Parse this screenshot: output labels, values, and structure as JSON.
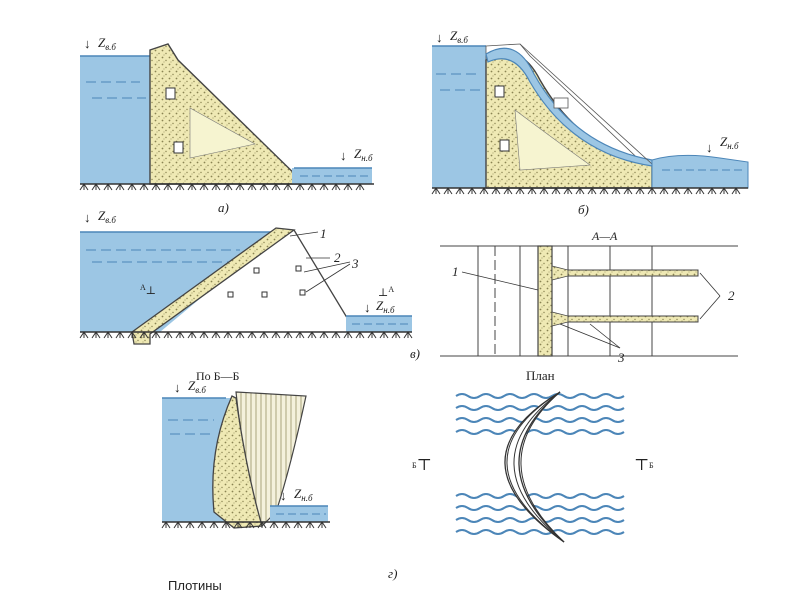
{
  "labels": {
    "zvb": "Z",
    "zvb_sub": "в.б",
    "znb": "Z",
    "znb_sub": "н.б",
    "fig_a": "а)",
    "fig_b": "б)",
    "fig_v": "в)",
    "fig_g": "г)",
    "section_aa": "А—А",
    "section_bb": "По Б—Б",
    "plan": "План",
    "num1": "1",
    "num2": "2",
    "num3": "3",
    "mark_a": "А",
    "mark_b": "Б"
  },
  "caption": "Плотины",
  "colors": {
    "water": "#9cc6e4",
    "water_edge": "#4c86b8",
    "concrete": "#efe9b4",
    "concrete_light": "#f6f4d0",
    "dots": "#8a8452",
    "outline": "#444444",
    "ground": "#333333"
  }
}
